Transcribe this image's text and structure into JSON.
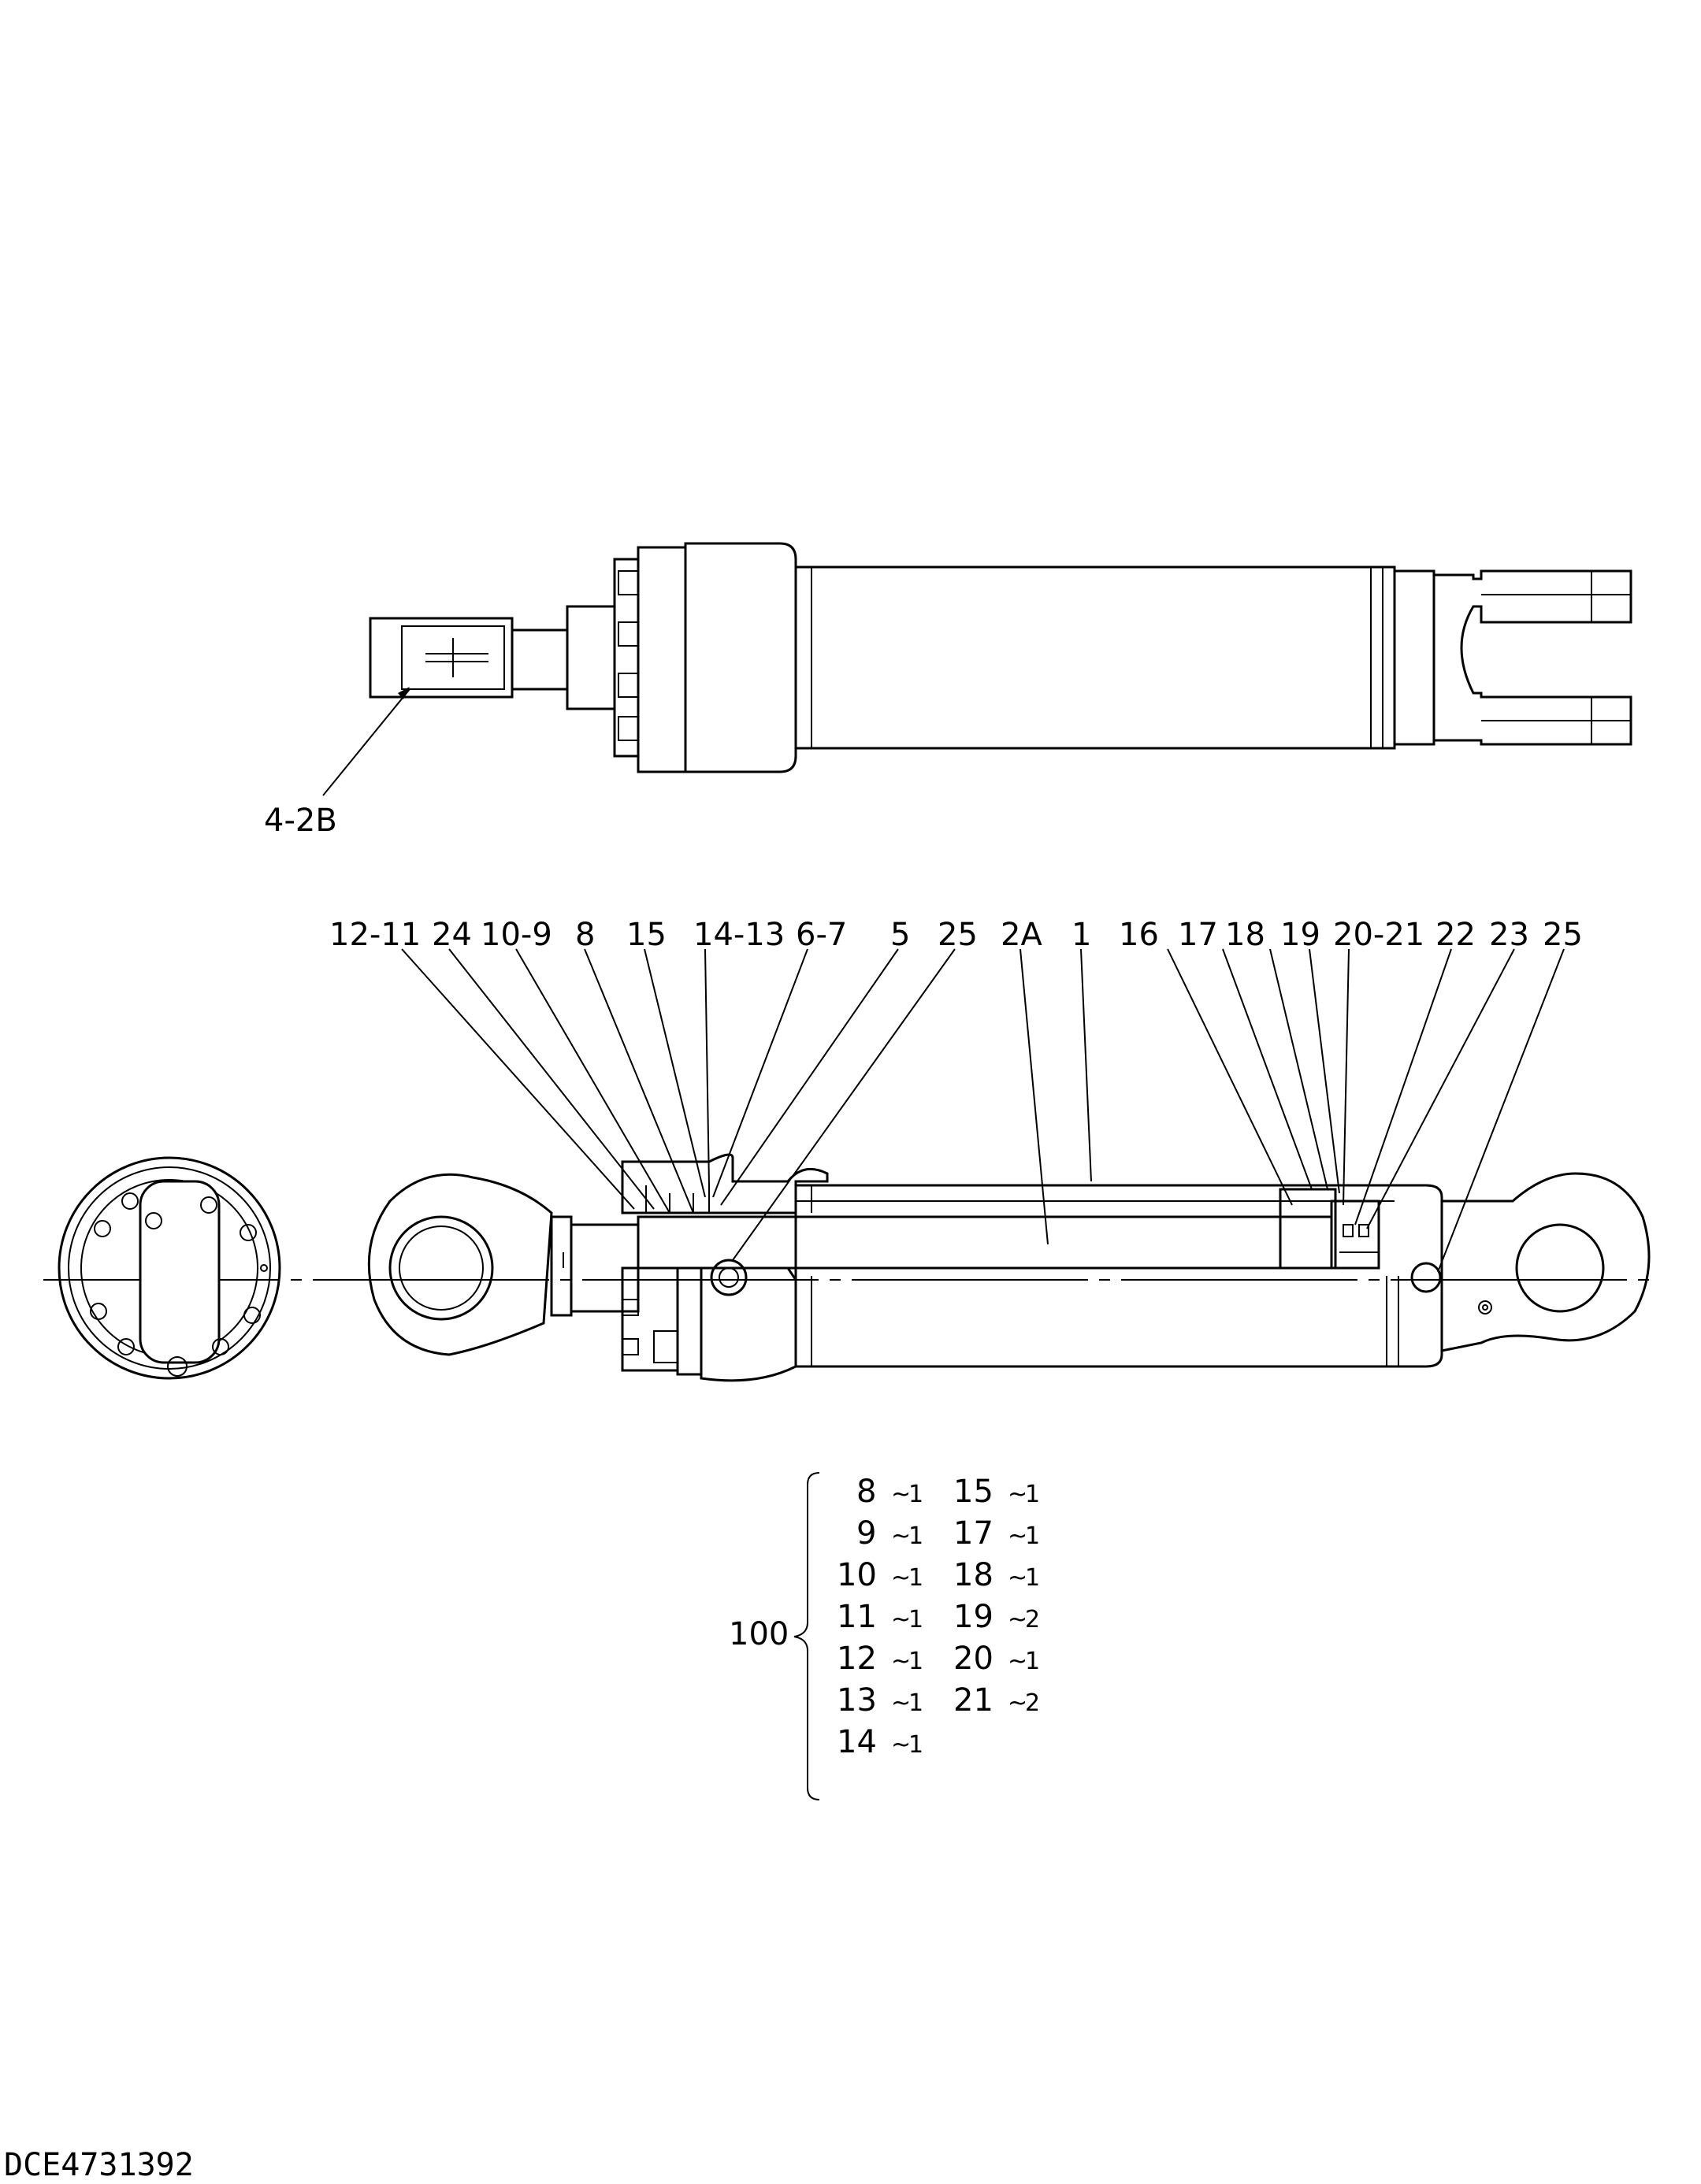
{
  "callouts_top": [
    "4-2B"
  ],
  "callouts_side": [
    "12-11",
    "24",
    "10-9",
    "8",
    "15",
    "14-13",
    "6-7",
    "5",
    "25",
    "2A",
    "1",
    "16",
    "17",
    "18",
    "19",
    "20-21",
    "22",
    "23",
    "25"
  ],
  "kit": {
    "number": "100",
    "col1": [
      {
        "part": "8",
        "qty": "1"
      },
      {
        "part": "9",
        "qty": "1"
      },
      {
        "part": "10",
        "qty": "1"
      },
      {
        "part": "11",
        "qty": "1"
      },
      {
        "part": "12",
        "qty": "1"
      },
      {
        "part": "13",
        "qty": "1"
      },
      {
        "part": "14",
        "qty": "1"
      }
    ],
    "col2": [
      {
        "part": "15",
        "qty": "1"
      },
      {
        "part": "17",
        "qty": "1"
      },
      {
        "part": "18",
        "qty": "1"
      },
      {
        "part": "19",
        "qty": "2"
      },
      {
        "part": "20",
        "qty": "1"
      },
      {
        "part": "21",
        "qty": "2"
      }
    ]
  },
  "drawing_code": "DCE4731392"
}
